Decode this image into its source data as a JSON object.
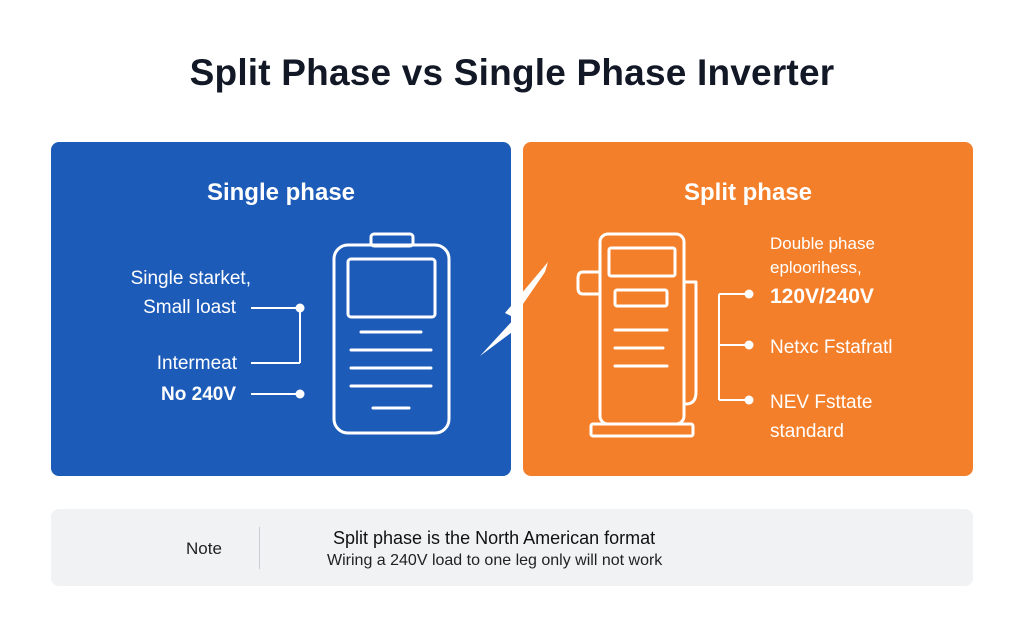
{
  "title": "Split Phase vs Single Phase Inverter",
  "left_panel": {
    "title": "Single phase",
    "color": "#1c5bb8",
    "labels": [
      "Single starket,",
      "Small loast",
      "Intermeat",
      "No 240V"
    ],
    "icon": "battery-device-icon"
  },
  "right_panel": {
    "title": "Split phase",
    "color": "#f47f2a",
    "labels": [
      "Double phase",
      "eploorihess,",
      "120V/240V",
      "Netxc Fstafratl",
      "NEV Fsttate",
      "standard"
    ],
    "icon": "charging-station-icon"
  },
  "note": {
    "label": "Note",
    "line1": "Split phase is the North American format",
    "line2": "Wiring a 240V load to one leg only will not work"
  }
}
